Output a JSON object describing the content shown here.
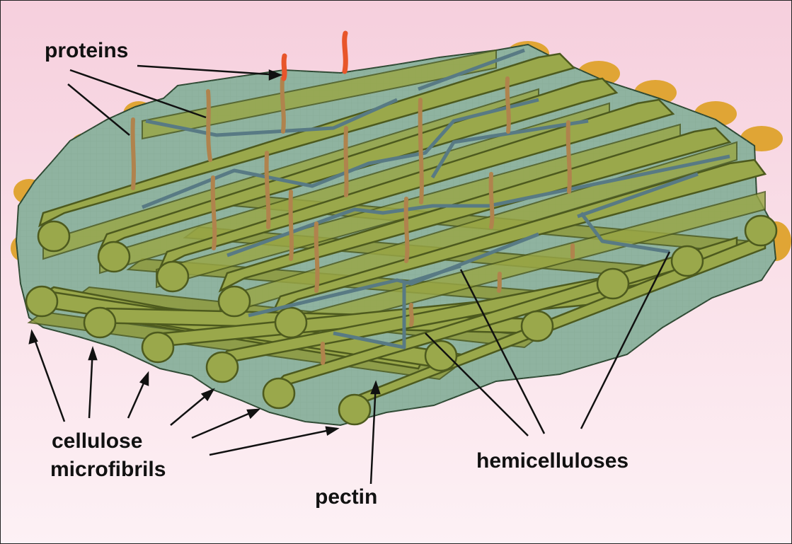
{
  "labels": {
    "proteins": "proteins",
    "cellulose_line1": "cellulose",
    "cellulose_line2": "microfibrils",
    "pectin": "pectin",
    "hemicelluloses": "hemicelluloses"
  },
  "colors": {
    "background_top": "#f6cfdd",
    "background_bottom": "#fdf1f5",
    "pectin_matrix": "#8fb3a0",
    "microfibril_fill": "#8e9a3c",
    "microfibril_edge": "#4d5a1e",
    "hemicellulose": "#587a84",
    "protein": "#b0834d",
    "protein_highlight": "#e8552a",
    "edge_glow": "#e0a535",
    "arrow": "#111111"
  }
}
